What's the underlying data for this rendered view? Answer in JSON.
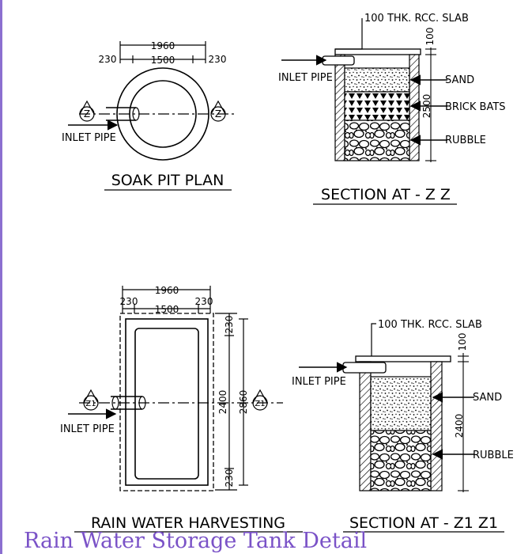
{
  "caption": "Rain Water Storage Tank Detail",
  "colors": {
    "caption": "#7a52c7",
    "edge": "#8b6fd0",
    "ink": "#000000"
  },
  "plan_top": {
    "dim_total": "1960",
    "dim_left_wall": "230",
    "dim_inner": "1500",
    "dim_right_wall": "230",
    "section_marker_left": "Z",
    "section_marker_right": "Z",
    "inlet_label": "INLET PIPE",
    "title": "SOAK PIT PLAN"
  },
  "section_zz": {
    "slab_label": "100 THK. RCC. SLAB",
    "dim_slab": "100",
    "dim_height": "2500",
    "inlet_label": "INLET PIPE",
    "layers": [
      "SAND",
      "BRICK BATS",
      "RUBBLE"
    ],
    "title": "SECTION AT - Z Z"
  },
  "plan_bottom": {
    "dim_total": "1960",
    "dim_left_wall": "230",
    "dim_inner": "1500",
    "dim_right_wall": "230",
    "dim_top_wall": "230",
    "dim_inner_length": "2400",
    "dim_total_length": "2860",
    "dim_bottom_wall": "230",
    "section_marker_left": "Z1",
    "section_marker_right": "Z1",
    "inlet_label": "INLET PIPE",
    "title": "RAIN WATER HARVESTING"
  },
  "section_z1z1": {
    "slab_label": "100 THK. RCC. SLAB",
    "dim_slab": "100",
    "dim_height": "2400",
    "inlet_label": "INLET PIPE",
    "layers": [
      "SAND",
      "RUBBLE"
    ],
    "title": "SECTION AT - Z1 Z1"
  }
}
